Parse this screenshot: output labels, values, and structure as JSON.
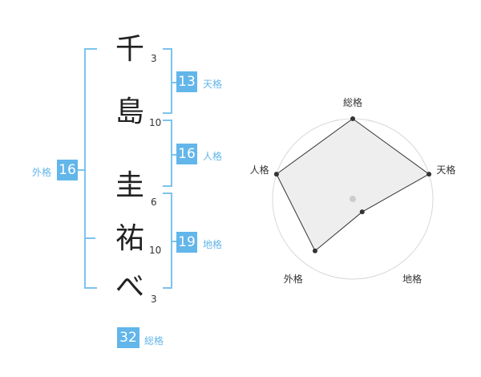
{
  "name": {
    "characters": [
      {
        "char": "千",
        "strokes": "3"
      },
      {
        "char": "島",
        "strokes": "10"
      },
      {
        "char": "圭",
        "strokes": "6"
      },
      {
        "char": "祐",
        "strokes": "10"
      },
      {
        "char": "べ",
        "strokes": "3"
      }
    ]
  },
  "fortunes": {
    "tenkaku": {
      "value": "13",
      "label": "天格"
    },
    "jinkaku": {
      "value": "16",
      "label": "人格"
    },
    "chikaku": {
      "value": "19",
      "label": "地格"
    },
    "gaikaku": {
      "value": "16",
      "label": "外格"
    },
    "soukaku": {
      "value": "32",
      "label": "総格"
    }
  },
  "radar": {
    "axes": [
      "総格",
      "天格",
      "地格",
      "外格",
      "人格"
    ],
    "levels": 5,
    "values": [
      5,
      5,
      1,
      4,
      5
    ],
    "max": 5
  }
}
